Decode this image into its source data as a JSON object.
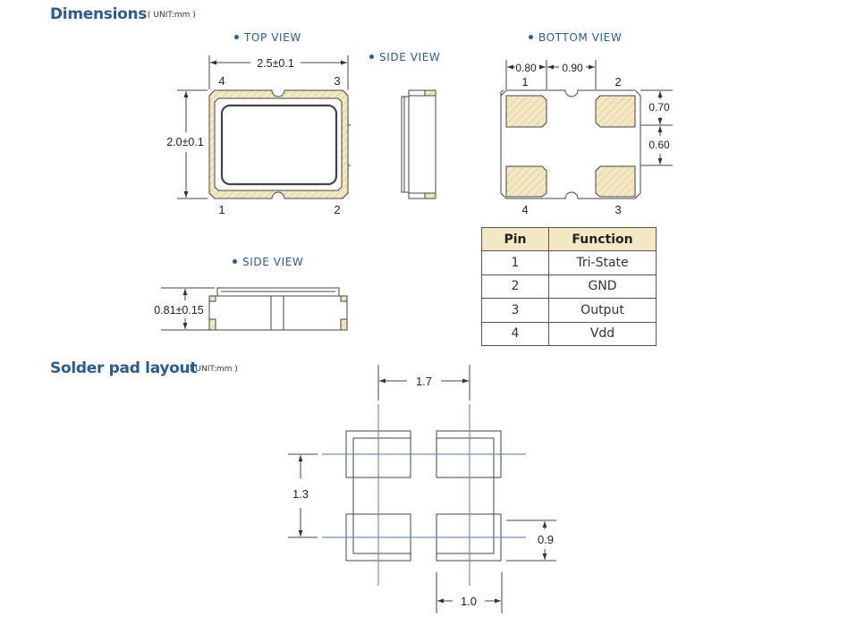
{
  "dimensions": {
    "heading": "Dimensions",
    "unit": "( UNIT:mm )",
    "top_view": {
      "label": "TOP VIEW",
      "width_dim": "2.5±0.1",
      "height_dim": "2.0±0.1",
      "pins": [
        "4",
        "3",
        "1",
        "2"
      ]
    },
    "side_view_right": {
      "label": "SIDE VIEW"
    },
    "side_view_bottom": {
      "label": "SIDE VIEW",
      "height_dim": "0.81±0.15"
    },
    "bottom_view": {
      "label": "BOTTOM VIEW",
      "dim_a": "0.80",
      "dim_b": "0.90",
      "dim_c": "0.70",
      "dim_d": "0.60",
      "pins": [
        "1",
        "2",
        "4",
        "3"
      ]
    }
  },
  "pin_table": {
    "headers": [
      "Pin",
      "Function"
    ],
    "rows": [
      {
        "pin": "1",
        "function": "Tri-State"
      },
      {
        "pin": "2",
        "function": "GND"
      },
      {
        "pin": "3",
        "function": "Output"
      },
      {
        "pin": "4",
        "function": "Vdd"
      }
    ]
  },
  "solder_pad": {
    "heading": "Solder pad layout",
    "unit": "( UNIT:mm )",
    "dim_top": "1.7",
    "dim_left": "1.3",
    "dim_right": "0.9",
    "dim_bottom": "1.0"
  },
  "colors": {
    "heading_blue": "#2a5b96",
    "pad_fill": "#f4e8c4",
    "guide_blue": "#6f8fc4"
  }
}
